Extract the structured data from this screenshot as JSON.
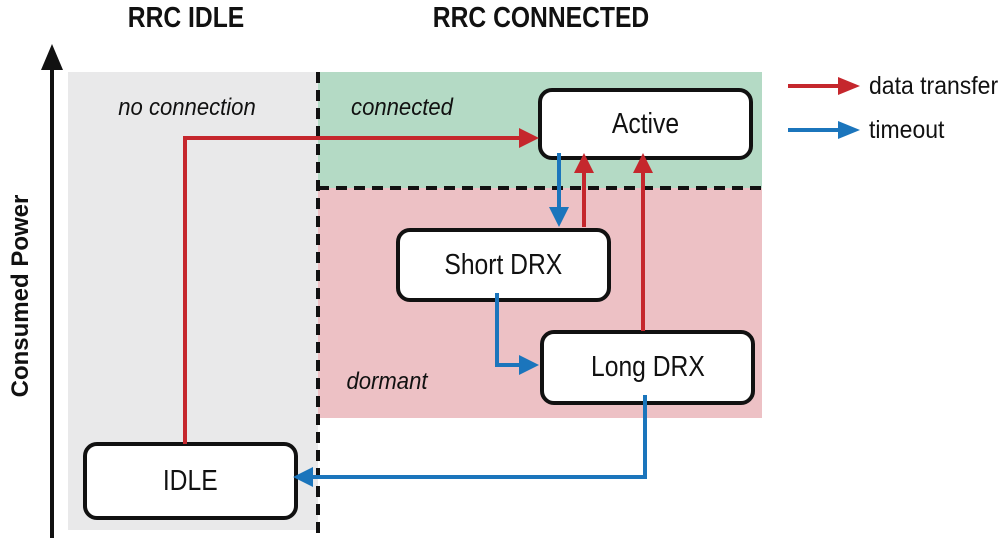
{
  "titles": {
    "left": "RRC IDLE",
    "right": "RRC CONNECTED"
  },
  "y_axis": {
    "label": "Consumed Power"
  },
  "regions": {
    "no_connection": {
      "label": "no connection"
    },
    "connected": {
      "label": "connected"
    },
    "dormant": {
      "label": "dormant"
    }
  },
  "states": {
    "active": {
      "label": "Active"
    },
    "short_drx": {
      "label": "Short DRX"
    },
    "long_drx": {
      "label": "Long DRX"
    },
    "idle": {
      "label": "IDLE"
    }
  },
  "legend": [
    {
      "id": "data-transfer",
      "label": "data transfer",
      "color": "#c5272d"
    },
    {
      "id": "timeout",
      "label": "timeout",
      "color": "#1b75bc"
    }
  ],
  "transitions": [
    {
      "from": "IDLE",
      "to": "Active",
      "type": "data transfer"
    },
    {
      "from": "Active",
      "to": "Short DRX",
      "type": "timeout"
    },
    {
      "from": "Short DRX",
      "to": "Active",
      "type": "data transfer"
    },
    {
      "from": "Short DRX",
      "to": "Long DRX",
      "type": "timeout"
    },
    {
      "from": "Long DRX",
      "to": "Active",
      "type": "data transfer"
    },
    {
      "from": "Long DRX",
      "to": "IDLE",
      "type": "timeout"
    }
  ],
  "colors": {
    "data_transfer": "#c5272d",
    "timeout": "#1b75bc",
    "connected_bg": "#b4dac5",
    "dormant_bg": "#edc1c5",
    "idle_bg": "#e9e9ea",
    "line": "#111111"
  }
}
